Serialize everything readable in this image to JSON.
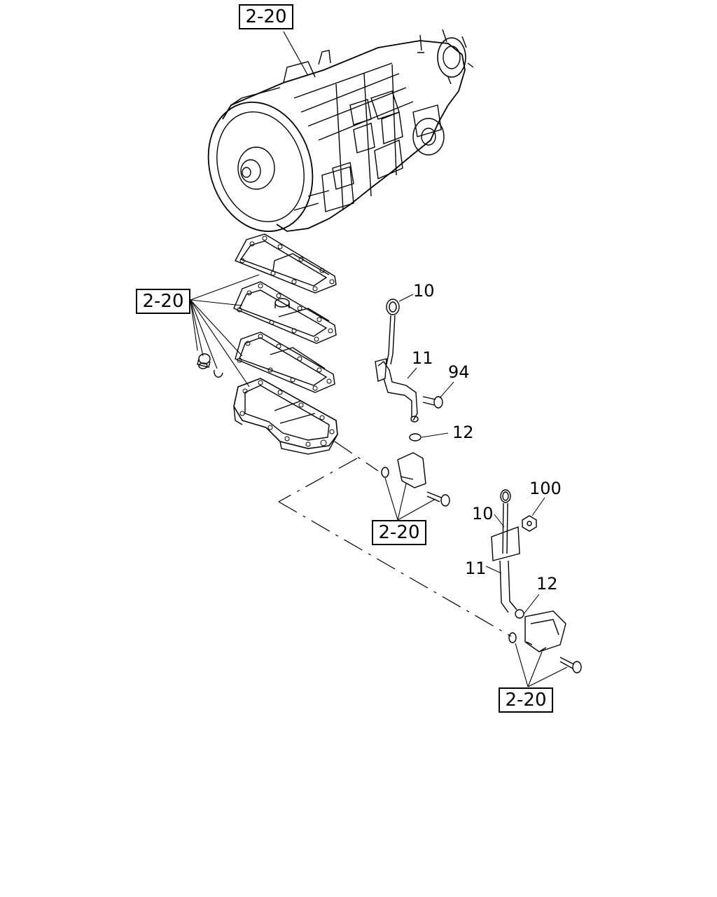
{
  "diagram": {
    "ref_boxes": {
      "transmission": "2-20",
      "gaskets": "2-20",
      "upper_bracket": "2-20",
      "lower_bracket": "2-20"
    },
    "callouts": {
      "upper_dipstick": "10",
      "upper_guide_tube": "11",
      "upper_bolt": "94",
      "upper_oring": "12",
      "lower_nut": "100",
      "lower_dipstick": "10",
      "lower_guide_tube": "11",
      "lower_oring": "12"
    }
  }
}
